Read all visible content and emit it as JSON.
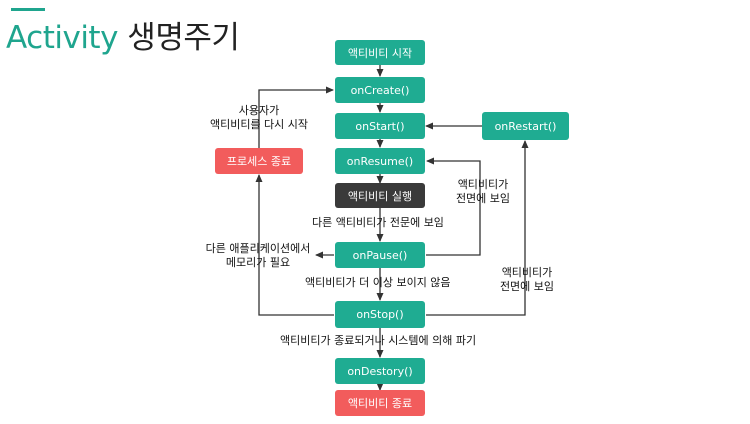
{
  "title": {
    "en": "Activity",
    "ko": "생명주기"
  },
  "nodes": {
    "activity_start": "액티비티 시작",
    "on_create": "onCreate()",
    "on_start": "onStart()",
    "on_restart": "onRestart()",
    "on_resume": "onResume()",
    "running": "액티비티 실행",
    "on_pause": "onPause()",
    "on_stop": "onStop()",
    "on_destroy": "onDestory()",
    "activity_end": "액티비티 종료",
    "process_killed": "프로세스 종료"
  },
  "edge_labels": {
    "user_restart": [
      "사용자가",
      "액티비티를 다시 시작"
    ],
    "foreground_resume": [
      "액티비티가",
      "전면에 보임"
    ],
    "other_to_front": "다른 액티비티가 전문에 보임",
    "memory_needed": [
      "다른 애플리케이션에서",
      "메모리가 필요"
    ],
    "not_visible": "액티비티가 더 이상 보이지 않음",
    "foreground_restart": [
      "액티비티가",
      "전면에 보임"
    ],
    "finishing": "액티비티가 종료되거나 시스템에 의해 파기"
  },
  "colors": {
    "accent": "#1fa58e",
    "teal_box": "#1fac92",
    "red_box": "#f25c5c",
    "dark_box": "#3a3a3a",
    "arrow": "#333333"
  }
}
